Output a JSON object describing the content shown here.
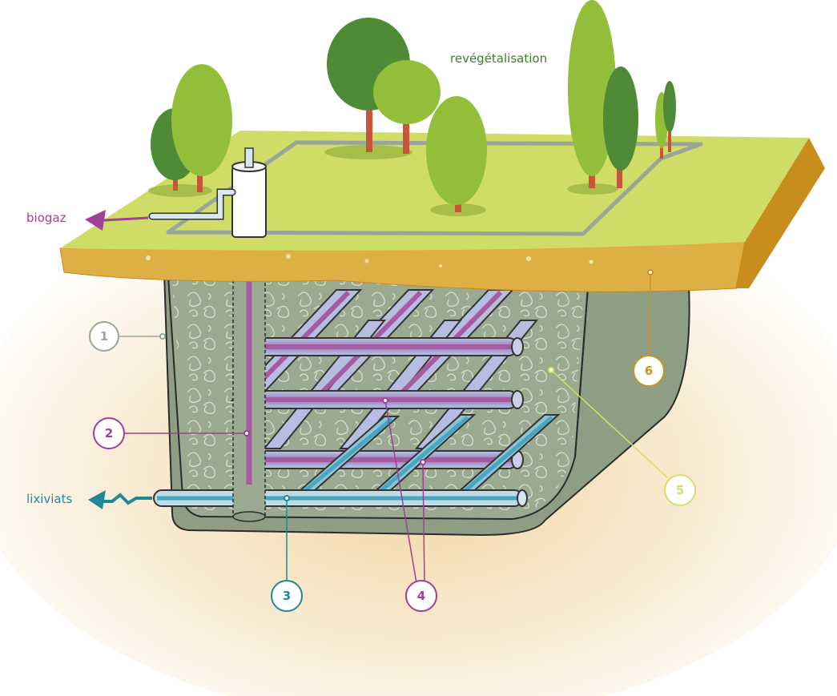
{
  "labels": {
    "top": "revégétalisation",
    "gas": "biogaz",
    "leachate": "lixiviats"
  },
  "markers": [
    {
      "id": "1",
      "color": "#94a894"
    },
    {
      "id": "2",
      "color": "#a23f96"
    },
    {
      "id": "3",
      "color": "#23879a"
    },
    {
      "id": "4",
      "color": "#a23f96"
    },
    {
      "id": "5",
      "color": "#d8dd66"
    },
    {
      "id": "6",
      "color": "#c9951c"
    }
  ],
  "colors": {
    "grass": "#cfdc66",
    "soil": "#deaf45",
    "soil_side": "#c98d1d",
    "waste_body": "#8d9e84",
    "gas_pipe": "#a65aa2",
    "leachate_pipe": "#49a6c0",
    "liner": "#2b2b2b"
  }
}
